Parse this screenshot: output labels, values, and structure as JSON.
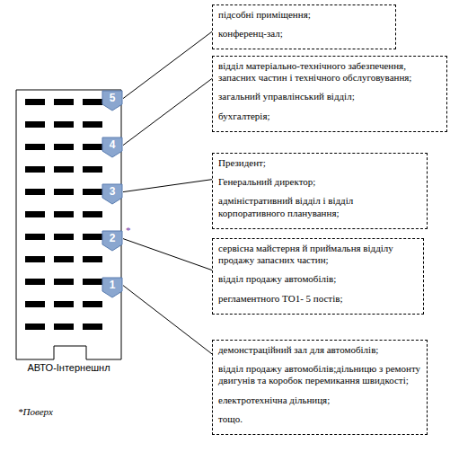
{
  "diagram": {
    "nodes": [
      {
        "text": [
          "АВТО-Інтернешнл"
        ]
      },
      {
        "text": [
          "5"
        ]
      },
      {
        "text": [
          "4"
        ]
      },
      {
        "text": [
          "3"
        ]
      },
      {
        "text": [
          "2"
        ]
      },
      {
        "text": [
          "1"
        ]
      },
      {
        "text": [
          "підсобні приміщення;",
          "конференц-зал;"
        ]
      },
      {
        "text": [
          "відділ матеріально-технічного забезпечення, запасних частин і технічного обслуговування;",
          "загальний управлінський відділ;",
          "бухгалтерія;"
        ]
      },
      {
        "text": [
          "Президент;",
          "Генеральний директор;",
          "адміністративний відділ і відділ корпоративного планування;"
        ]
      },
      {
        "text": [
          "сервісна майстерня й приймальня відділу продажу запасних частин;",
          "відділ продажу автомобілів;",
          "регламентного ТО1- 5 постів;"
        ]
      },
      {
        "text": [
          "демонстраційний зал для автомобілів;",
          "відділ продажу автомобілів;дільницю з ремонту двигунів та коробок перемикання швидкості;",
          "електротехнічна дільниця;",
          "тощо."
        ]
      }
    ],
    "edges": [
      {
        "from": 1,
        "to": 6,
        "arrow": "none"
      },
      {
        "from": 2,
        "to": 7,
        "arrow": "none"
      },
      {
        "from": 3,
        "to": 8,
        "arrow": "none"
      },
      {
        "from": 4,
        "to": 9,
        "arrow": "none"
      },
      {
        "from": 5,
        "to": 10,
        "arrow": "none"
      }
    ],
    "labels": [
      "*",
      "*Поверх"
    ]
  }
}
